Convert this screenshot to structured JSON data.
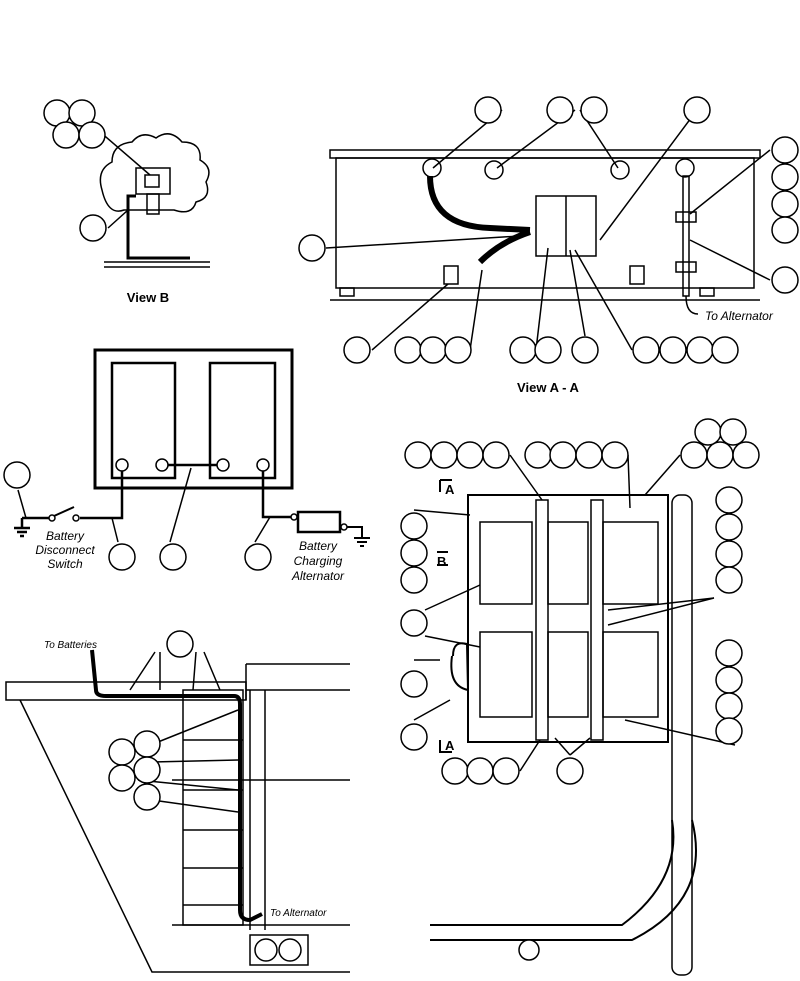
{
  "view_b": {
    "title": "View B"
  },
  "view_aa": {
    "title": "View A - A",
    "to_alternator": "To Alternator"
  },
  "schematic": {
    "switch_label": [
      "Battery",
      "Disconnect",
      "Switch"
    ],
    "alternator_label": [
      "Battery",
      "Charging",
      "Alternator"
    ],
    "terminal_negative": "−",
    "terminal_positive": "+"
  },
  "frame_view": {
    "to_batteries": "To Batteries",
    "to_alternator": "To Alternator"
  },
  "plan_view": {
    "section_a_top": "A",
    "section_b": "B",
    "section_a_bottom": "A"
  },
  "colors": {
    "ink": "#000000",
    "background": "#ffffff"
  }
}
